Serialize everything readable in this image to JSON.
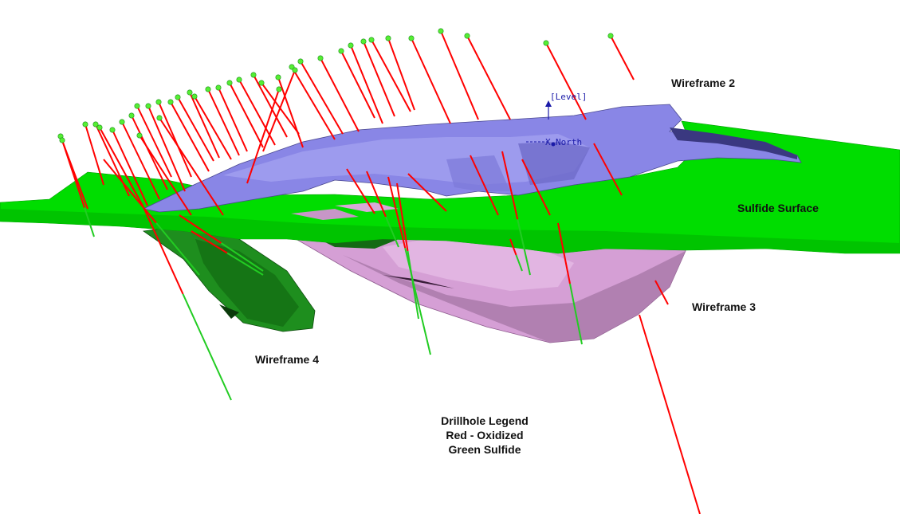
{
  "labels": {
    "wireframe2": "Wireframe 2",
    "sulfide_surface": "Sulfide Surface",
    "wireframe3": "Wireframe 3",
    "wireframe4": "Wireframe 4"
  },
  "legend": {
    "title": "Drillhole Legend",
    "red": "Red - Oxidized",
    "green": "Green Sulfide"
  },
  "orientation": {
    "level": "[Level]",
    "north": "North"
  },
  "colors": {
    "sulfide_surface": "#00dd00",
    "wireframe2": "#8a87e6",
    "wireframe3": "#d9a3d9",
    "wireframe4": "#1f8f1f",
    "oxidized_hole": "#ff0000",
    "sulfide_hole": "#22cc22",
    "collar": "#55ee33"
  }
}
